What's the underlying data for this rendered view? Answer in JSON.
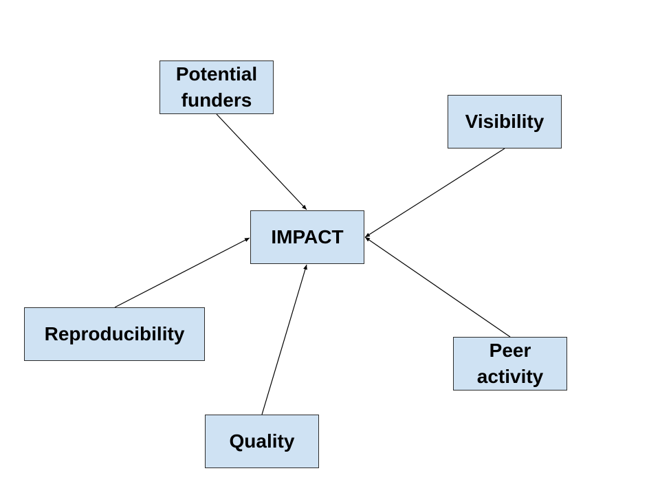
{
  "nodes": {
    "center": "IMPACT",
    "potential_funders": "Potential\nfunders",
    "visibility": "Visibility",
    "reproducibility": "Reproducibility",
    "peer_activity": "Peer\nactivity",
    "quality": "Quality"
  },
  "edges": [
    {
      "from": "potential_funders",
      "to": "center"
    },
    {
      "from": "visibility",
      "to": "center"
    },
    {
      "from": "peer_activity",
      "to": "center"
    },
    {
      "from": "quality",
      "to": "center"
    },
    {
      "from": "reproducibility",
      "to": "center"
    }
  ],
  "colors": {
    "node_fill": "#cfe2f3",
    "node_border": "#2b2b2b",
    "edge": "#000000"
  }
}
